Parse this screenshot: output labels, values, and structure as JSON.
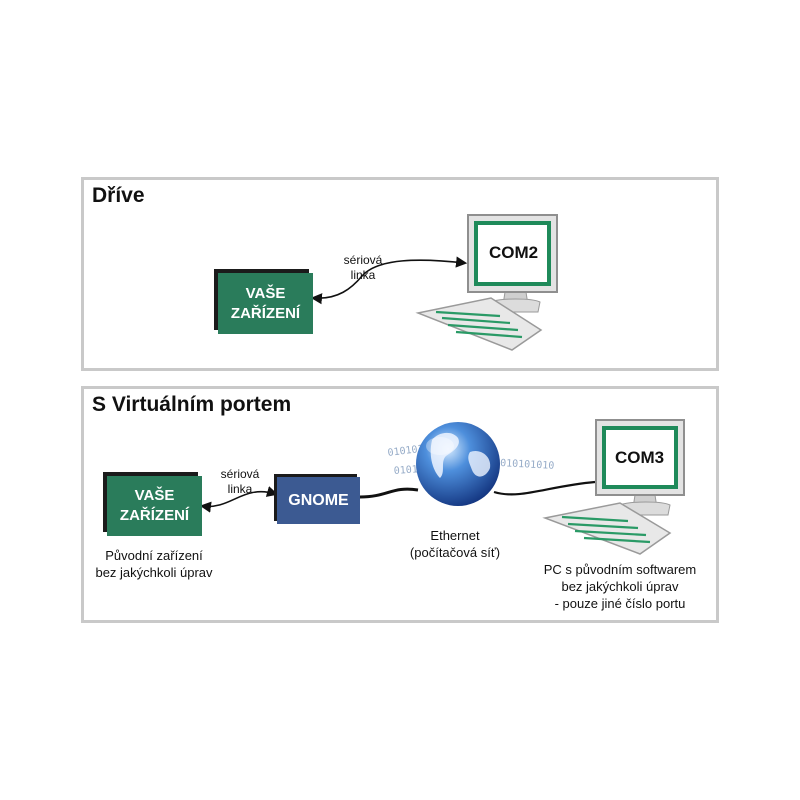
{
  "before": {
    "title": "Dříve",
    "device": {
      "line1": "VAŠE",
      "line2": "ZAŘÍZENÍ"
    },
    "link": {
      "line1": "sériová",
      "line2": "linka"
    },
    "screen": "COM2"
  },
  "after": {
    "title": "S Virtuálním portem",
    "device": {
      "line1": "VAŠE",
      "line2": "ZAŘÍZENÍ"
    },
    "device_caption": {
      "line1": "Původní zařízení",
      "line2": "bez jakýchkoli úprav"
    },
    "link": {
      "line1": "sériová",
      "line2": "linka"
    },
    "gnome": "GNOME",
    "binary_text": "010101010",
    "network_caption": {
      "line1": "Ethernet",
      "line2": "(počítačová síť)"
    },
    "screen": "COM3",
    "pc_caption": {
      "line1": "PC s původním softwarem",
      "line2": "bez jakýchkoli úprav",
      "line3": "- pouze jiné číslo portu"
    }
  },
  "colors": {
    "device_green": "#2a7c5b",
    "gnome_blue": "#3c5a92",
    "screen_border": "#1f8a5a",
    "panel_border": "#c9c9c9"
  },
  "icons": [
    "computer-icon",
    "globe-icon",
    "double-arrow-icon"
  ]
}
